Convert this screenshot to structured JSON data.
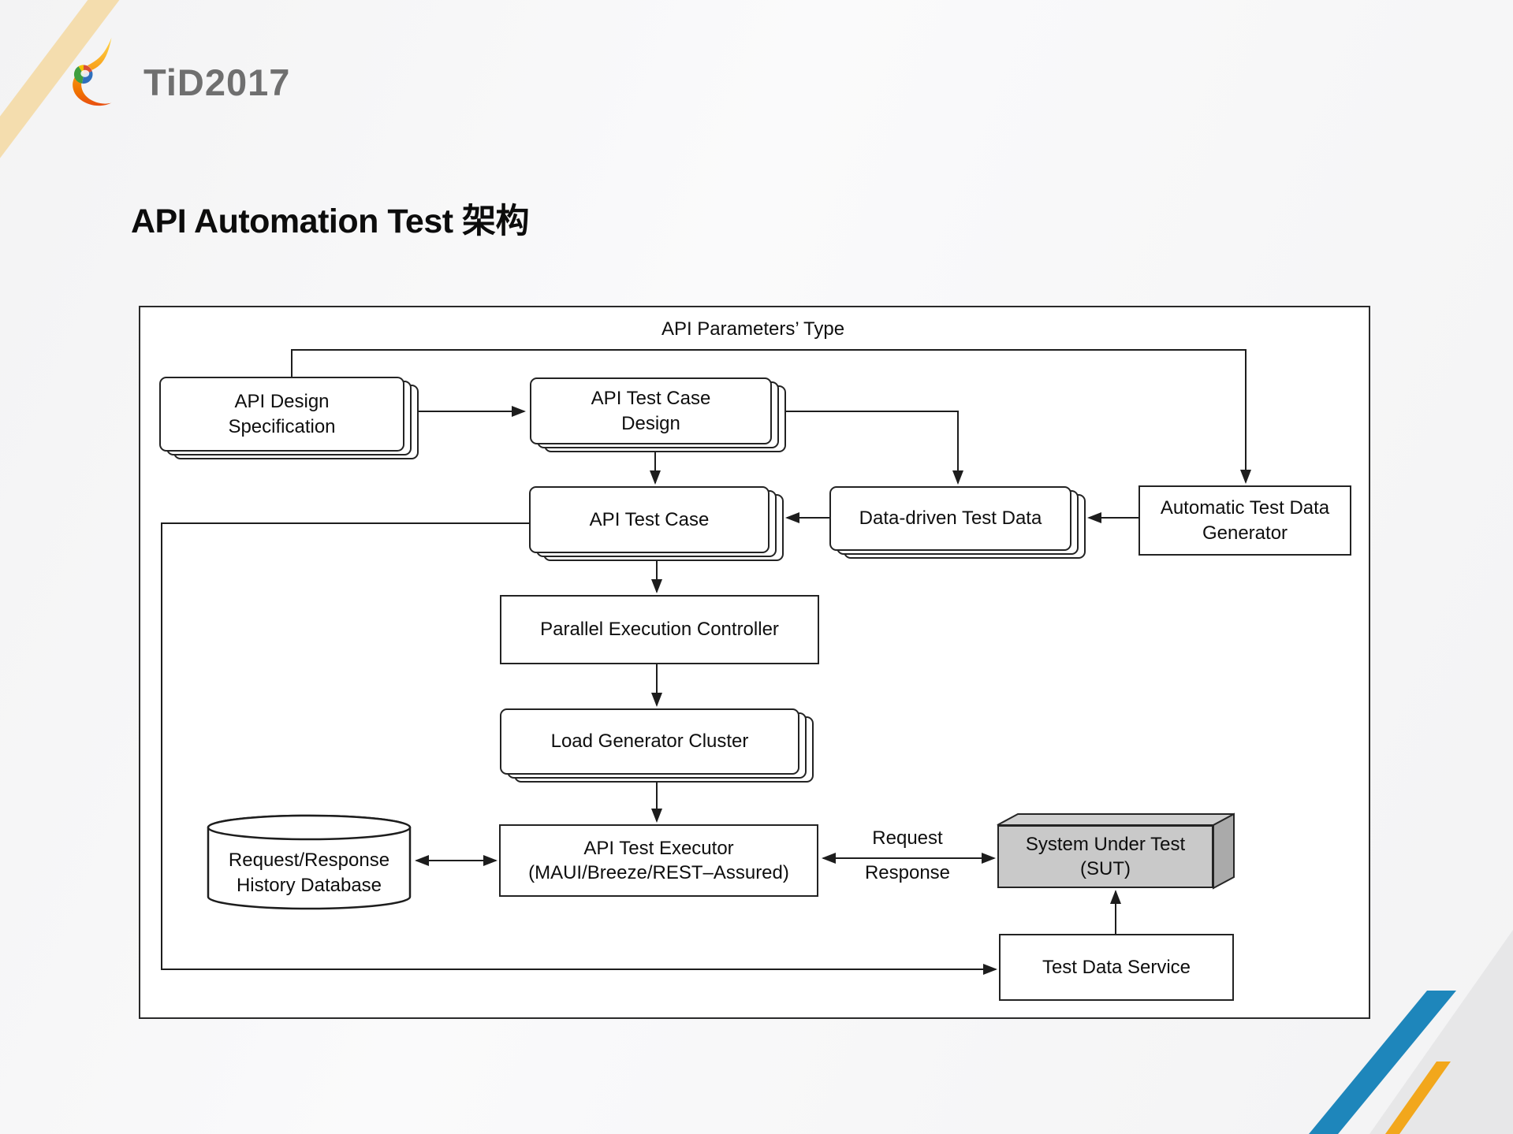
{
  "page": {
    "brand": "TiD2017",
    "title": "API Automation Test 架构"
  },
  "colors": {
    "accent_blue": "#1e86bb",
    "accent_orange": "#f2a71c",
    "accent_tan": "#f4ddae",
    "band_gray": "#e7e7e8",
    "sut_gray": "#c9c9c9"
  },
  "diagram": {
    "feedback_label": "API Parameters’ Type",
    "nodes": {
      "api_design_spec": {
        "lines": [
          "API Design",
          "Specification"
        ]
      },
      "api_test_case_design": {
        "lines": [
          "API Test Case",
          "Design"
        ]
      },
      "api_test_case": {
        "lines": [
          "API Test Case"
        ]
      },
      "data_driven_test_data": {
        "lines": [
          "Data-driven Test Data"
        ]
      },
      "auto_test_data_generator": {
        "lines": [
          "Automatic Test Data",
          "Generator"
        ]
      },
      "parallel_execution_controller": {
        "lines": [
          "Parallel Execution Controller"
        ]
      },
      "load_generator_cluster": {
        "lines": [
          "Load Generator Cluster"
        ]
      },
      "api_test_executor": {
        "lines": [
          "API Test Executor",
          "(MAUI/Breeze/REST–Assured)"
        ]
      },
      "history_database": {
        "lines": [
          "Request/Response",
          "History Database"
        ]
      },
      "system_under_test": {
        "lines": [
          "System Under Test",
          "(SUT)"
        ]
      },
      "test_data_service": {
        "lines": [
          "Test Data Service"
        ]
      }
    },
    "edge_labels": {
      "request": "Request",
      "response": "Response"
    }
  }
}
